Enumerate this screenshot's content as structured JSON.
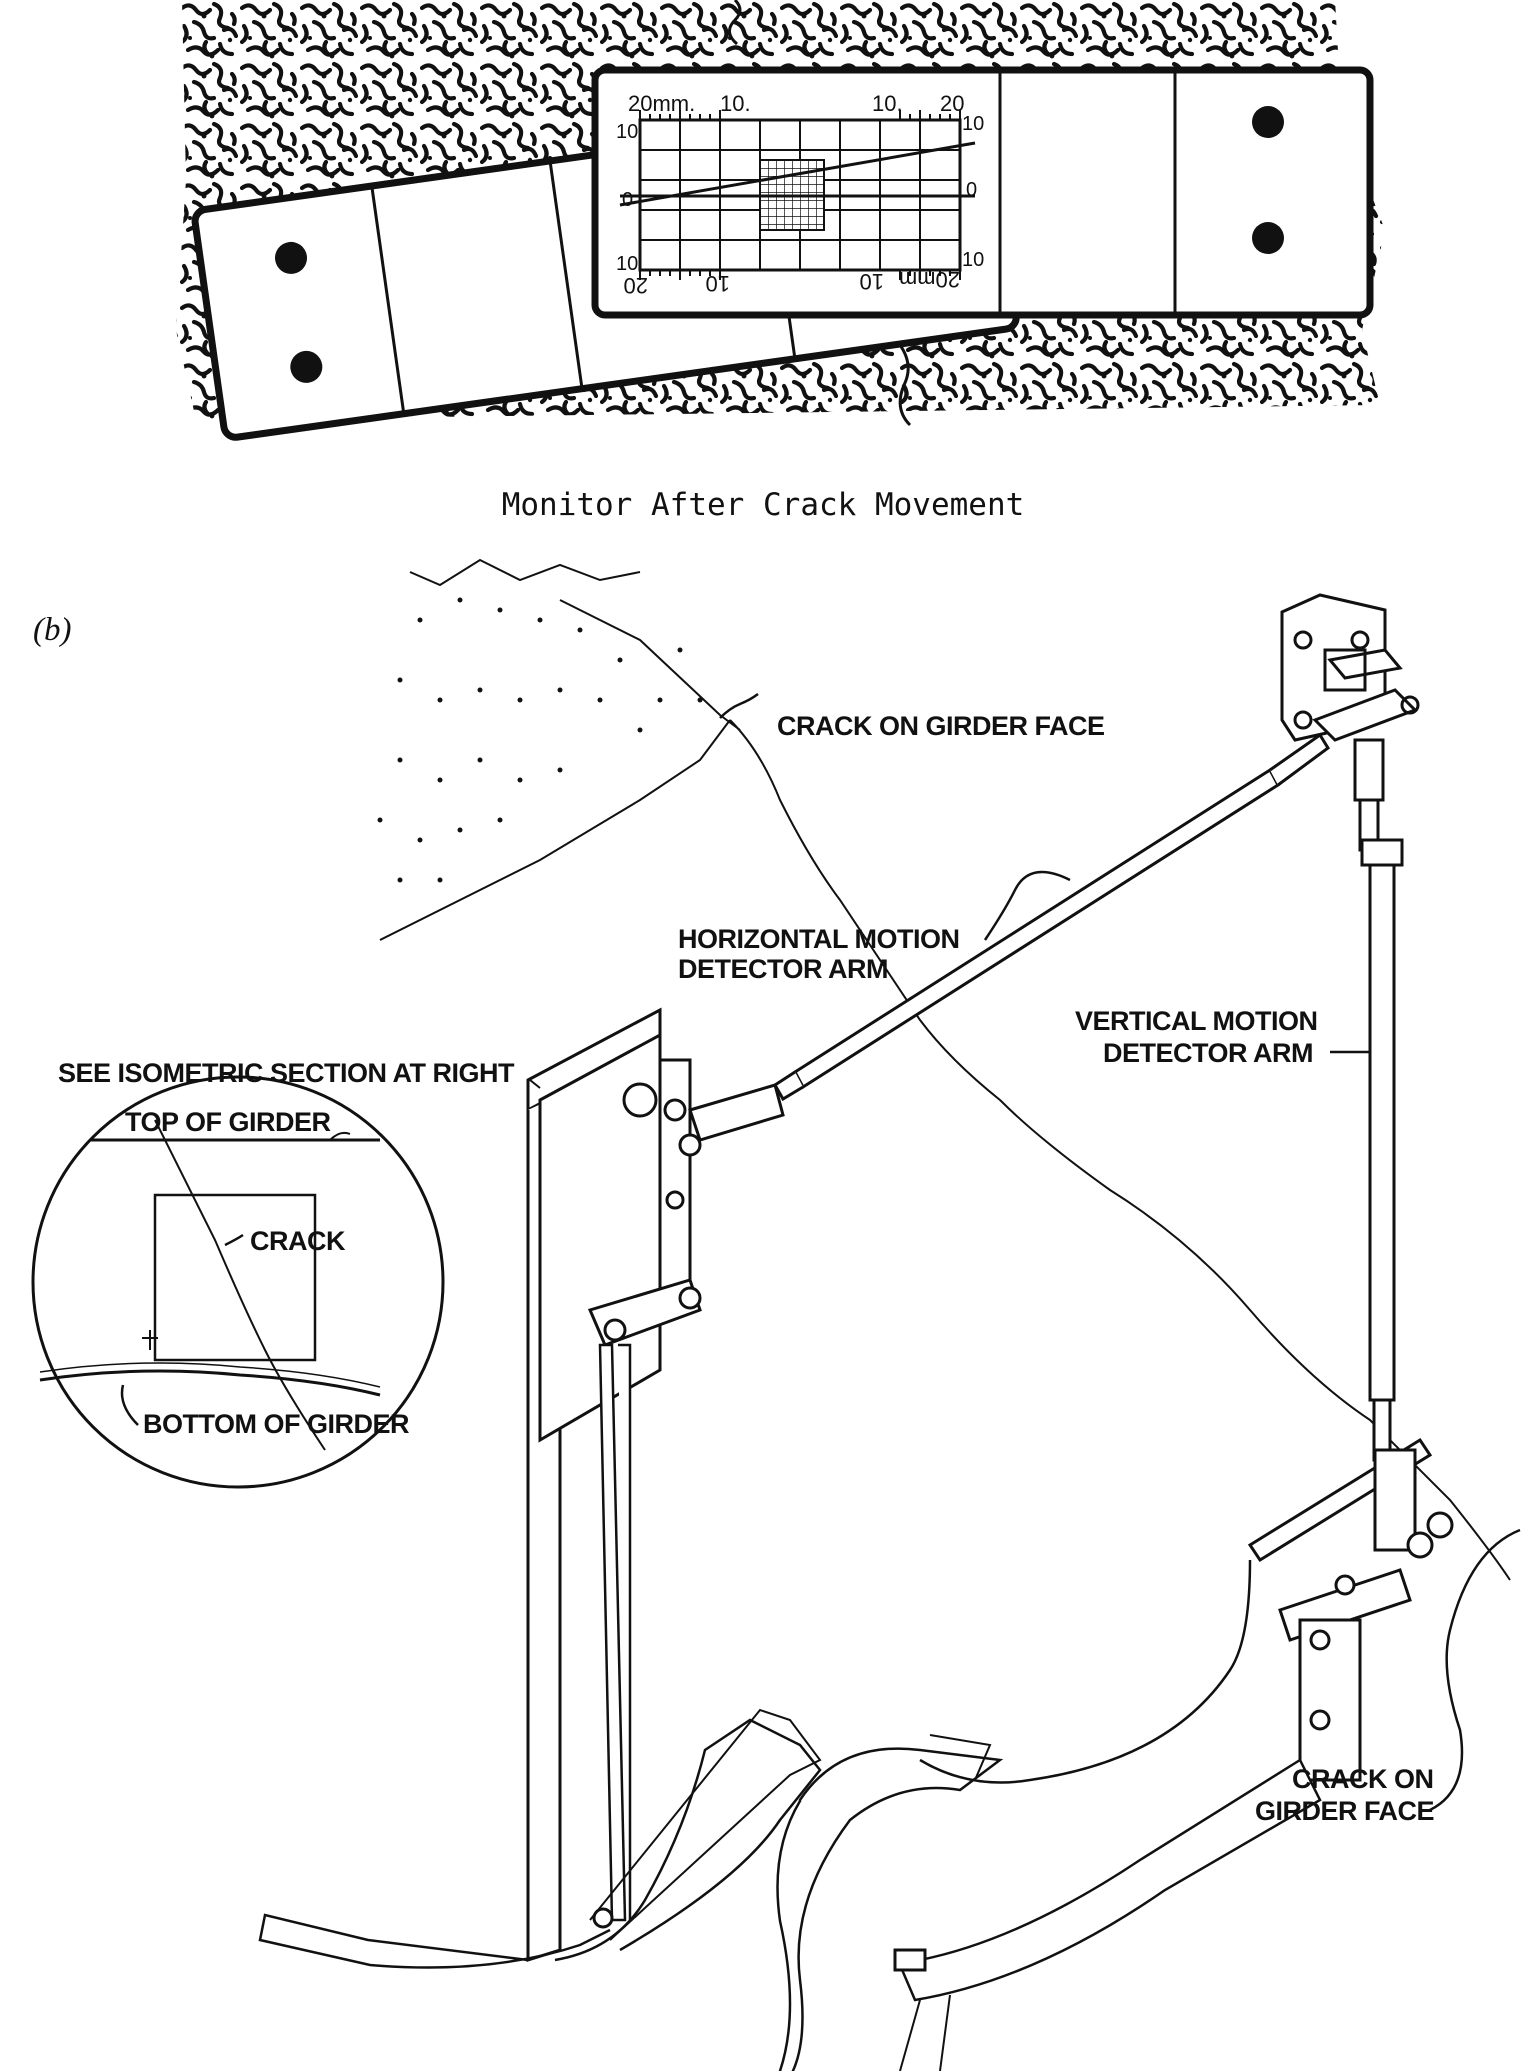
{
  "figure_a": {
    "caption": "Monitor After Crack Movement",
    "scale_labels": {
      "top_left": "20mm.",
      "top_left_10": "10.",
      "top_right_10": "10.",
      "top_right_20": "20",
      "left_top": "10",
      "left_mid": "0",
      "left_bot": "10",
      "right_top": "10",
      "right_mid": "0",
      "right_bot": "10",
      "bottom_left_20": "20",
      "bottom_left_10": "10",
      "bottom_right_10": "10",
      "bottom_right_20mm": "20mm"
    }
  },
  "figure_b": {
    "panel_label": "(b)",
    "labels": {
      "crack_on_girder_face_top": "CRACK ON GIRDER FACE",
      "horizontal_arm_1": "HORIZONTAL MOTION",
      "horizontal_arm_2": "DETECTOR ARM",
      "vertical_arm_1": "VERTICAL MOTION",
      "vertical_arm_2": "DETECTOR ARM",
      "see_isometric": "SEE ISOMETRIC SECTION AT RIGHT",
      "top_of_girder": "TOP OF GIRDER",
      "crack": "CRACK",
      "bottom_of_girder": "BOTTOM OF GIRDER",
      "crack_on_girder_face_bottom_1": "CRACK ON",
      "crack_on_girder_face_bottom_2": "GIRDER FACE"
    }
  },
  "colors": {
    "ink": "#111111",
    "paper": "#ffffff"
  }
}
